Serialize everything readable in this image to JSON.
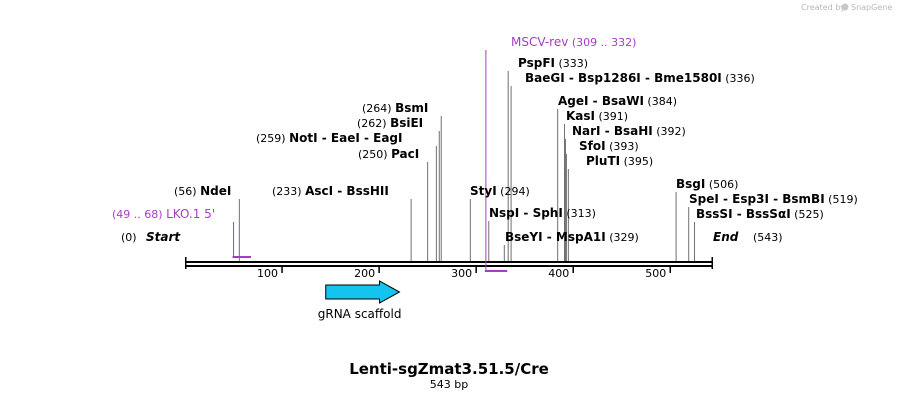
{
  "watermark": {
    "prefix": "Created by",
    "brand": "SnapGene"
  },
  "map": {
    "title": "Lenti-sgZmat3.51.5/Cre",
    "length_label": "543 bp",
    "length": 543,
    "start": {
      "label": "Start",
      "pos_text": "(0)"
    },
    "end": {
      "label": "End",
      "pos_text": "(543)"
    },
    "ticks": [
      100,
      200,
      300,
      400,
      500
    ],
    "colors": {
      "backbone": "#000000",
      "primer": "#a63cc6",
      "feature": "#12c4ee",
      "feature_stroke": "#000000",
      "site_line": "#707070"
    }
  },
  "sites": [
    {
      "label": "NdeI",
      "pos": 56,
      "pos_text": "(56)"
    },
    {
      "label": "AscI - BssHII",
      "pos": 233,
      "pos_text": "(233)"
    },
    {
      "label": "PacI",
      "pos": 250,
      "pos_text": "(250)"
    },
    {
      "label": "NotI - EaeI - EagI",
      "pos": 259,
      "pos_text": "(259)"
    },
    {
      "label": "BsiEI",
      "pos": 262,
      "pos_text": "(262)"
    },
    {
      "label": "BsmI",
      "pos": 264,
      "pos_text": "(264)"
    },
    {
      "label": "StyI",
      "pos": 294,
      "pos_text": "(294)"
    },
    {
      "label": "NspI - SphI",
      "pos": 313,
      "pos_text": "(313)"
    },
    {
      "label": "BseYI - MspA1I",
      "pos": 329,
      "pos_text": "(329)"
    },
    {
      "label": "PspFI",
      "pos": 333,
      "pos_text": "(333)"
    },
    {
      "label": "BaeGI - Bsp1286I - Bme1580I",
      "pos": 336,
      "pos_text": "(336)"
    },
    {
      "label": "AgeI - BsaWI",
      "pos": 384,
      "pos_text": "(384)"
    },
    {
      "label": "KasI",
      "pos": 391,
      "pos_text": "(391)"
    },
    {
      "label": "NarI - BsaHI",
      "pos": 392,
      "pos_text": "(392)"
    },
    {
      "label": "SfoI",
      "pos": 393,
      "pos_text": "(393)"
    },
    {
      "label": "PluTI",
      "pos": 395,
      "pos_text": "(395)"
    },
    {
      "label": "BsgI",
      "pos": 506,
      "pos_text": "(506)"
    },
    {
      "label": "SpeI - Esp3I - BsmBI",
      "pos": 519,
      "pos_text": "(519)"
    },
    {
      "label": "BssSI - BssSαI",
      "pos": 525,
      "pos_text": "(525)"
    }
  ],
  "primers": [
    {
      "label": "LKO.1 5'",
      "range_text": "(49 .. 68)",
      "start": 49,
      "end": 68
    },
    {
      "label": "MSCV-rev",
      "range_text": "(309 .. 332)",
      "start": 309,
      "end": 332
    }
  ],
  "features": [
    {
      "label": "gRNA scaffold",
      "start": 145,
      "end": 221,
      "direction": "forward"
    }
  ]
}
